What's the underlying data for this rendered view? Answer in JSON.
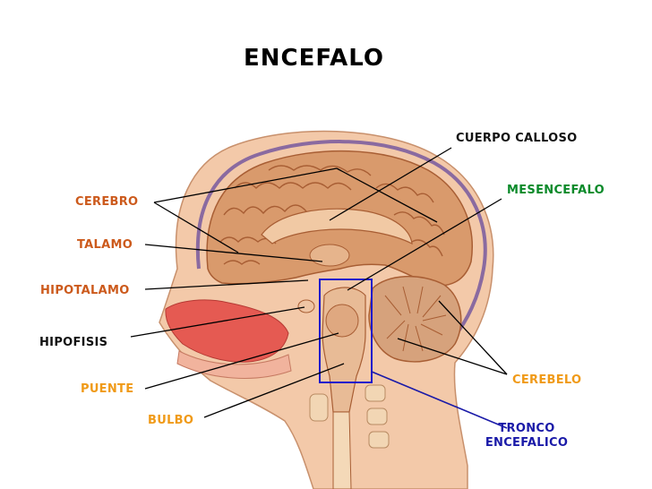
{
  "title": "ENCEFALO",
  "colors": {
    "red_label": "#cc5a1c",
    "black_label": "#111111",
    "green_label": "#0a8a2a",
    "blue_label": "#1a1aa8",
    "orange_label": "#f09a18",
    "highlight_box": "#1a1acc",
    "brain": "#d99a6c",
    "brain_dark": "#b36a3e",
    "skin": "#f3c9a9",
    "cerebellum": "#d6a27c"
  },
  "labels": {
    "cerebro": "CEREBRO",
    "talamo": "TALAMO",
    "hipotalamo": "HIPOTALAMO",
    "hipofisis": "HIPOFISIS",
    "puente": "PUENTE",
    "bulbo": "BULBO",
    "cuerpo_calloso": "CUERPO CALLOSO",
    "mesencefalo": "MESENCEFALO",
    "cerebelo": "CEREBELO",
    "tronco_line1": "TRONCO",
    "tronco_line2": "ENCEFALICO"
  }
}
